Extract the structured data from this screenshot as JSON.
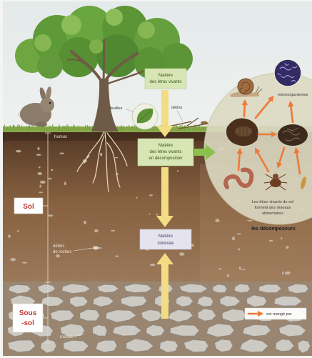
{
  "diagram": {
    "flow_boxes": {
      "living_matter": [
        "Matière",
        "des êtres vivants"
      ],
      "decomposing_matter": [
        "Matière",
        "des êtres vivants",
        "en décomposition"
      ],
      "mineral_matter": [
        "Matière",
        "minérale"
      ]
    },
    "surface_labels": {
      "leaves": "feuilles",
      "debris": "débris"
    },
    "soil_profile": {
      "humus": "humus",
      "soil": "Sol",
      "subsoil": [
        "Sous",
        "-sol"
      ],
      "rock_debris": [
        "débris",
        "de roches"
      ],
      "rocks": "roches"
    },
    "decomposers": {
      "microorganisms": "microorganismes",
      "caption": [
        "Les êtres vivants du sol",
        "forment des réseaux",
        "alimentaires"
      ],
      "title": "les décomposeurs"
    },
    "legend": {
      "arrow_label": "est mangé par"
    },
    "colors": {
      "layer_label_text": "#c8372e",
      "food_web_arrow": "#ec7a3a",
      "matter_flow_arrow": "#f2dc84",
      "transfer_arrow": "#8cc04c",
      "living_box": "#d7e6b4",
      "mineral_box": "#e5e3ee"
    }
  }
}
